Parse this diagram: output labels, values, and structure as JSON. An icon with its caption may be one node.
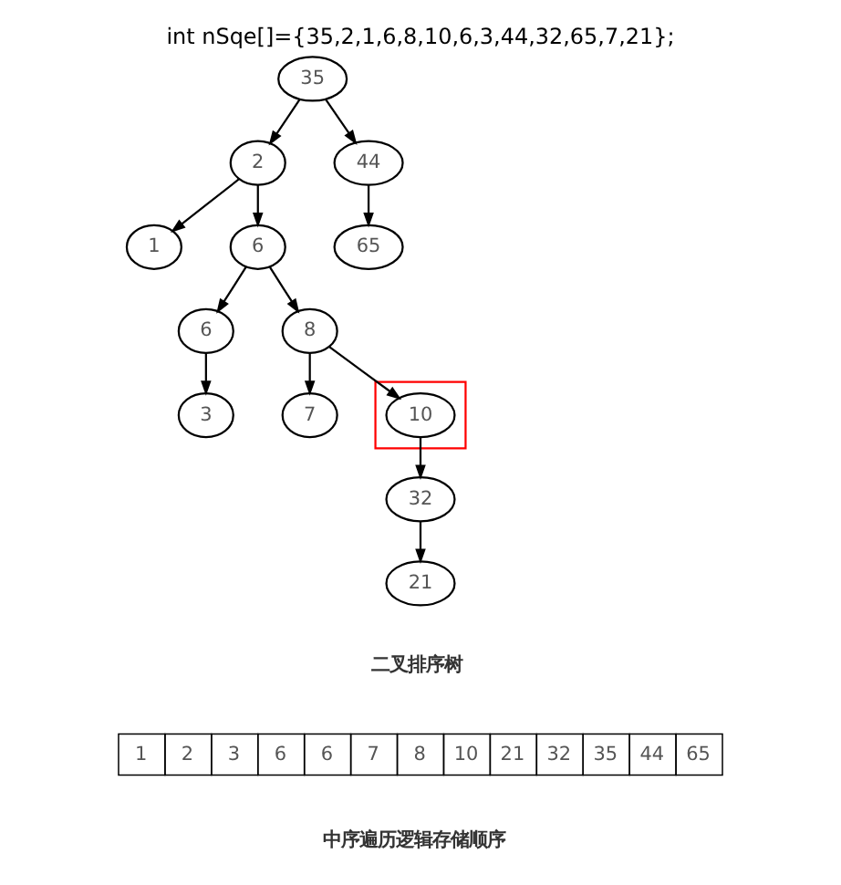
{
  "diagram": {
    "title": "int nSqe[]={35,2,1,6,8,10,6,3,44,32,65,7,21};",
    "nodes": [
      {
        "text": [
          "35"
        ]
      },
      {
        "text": [
          "2"
        ]
      },
      {
        "text": [
          "44"
        ]
      },
      {
        "text": [
          "1"
        ]
      },
      {
        "text": [
          "6"
        ]
      },
      {
        "text": [
          "65"
        ]
      },
      {
        "text": [
          "6"
        ]
      },
      {
        "text": [
          "8"
        ]
      },
      {
        "text": [
          "3"
        ]
      },
      {
        "text": [
          "7"
        ]
      },
      {
        "text": [],
        "shape": "box"
      },
      {
        "text": [
          "10"
        ],
        "in": 10
      },
      {
        "text": [
          "32"
        ]
      },
      {
        "text": [
          "21"
        ]
      }
    ],
    "edges": [
      {
        "from": 0,
        "to": 1,
        "arrow": "to"
      },
      {
        "from": 0,
        "to": 2,
        "arrow": "to"
      },
      {
        "from": 1,
        "to": 3,
        "arrow": "to"
      },
      {
        "from": 1,
        "to": 4,
        "arrow": "to"
      },
      {
        "from": 2,
        "to": 5,
        "arrow": "to"
      },
      {
        "from": 4,
        "to": 6,
        "arrow": "to"
      },
      {
        "from": 4,
        "to": 7,
        "arrow": "to"
      },
      {
        "from": 6,
        "to": 8,
        "arrow": "to"
      },
      {
        "from": 7,
        "to": 9,
        "arrow": "to"
      },
      {
        "from": 7,
        "to": 11,
        "arrow": "to"
      },
      {
        "from": 11,
        "to": 12,
        "arrow": "to"
      },
      {
        "from": 12,
        "to": 13,
        "arrow": "to"
      }
    ],
    "labels": [
      "二叉排序树",
      "1",
      "2",
      "3",
      "6",
      "6",
      "7",
      "8",
      "10",
      "21",
      "32",
      "35",
      "44",
      "65",
      "中序遍历逻辑存储顺序"
    ]
  }
}
